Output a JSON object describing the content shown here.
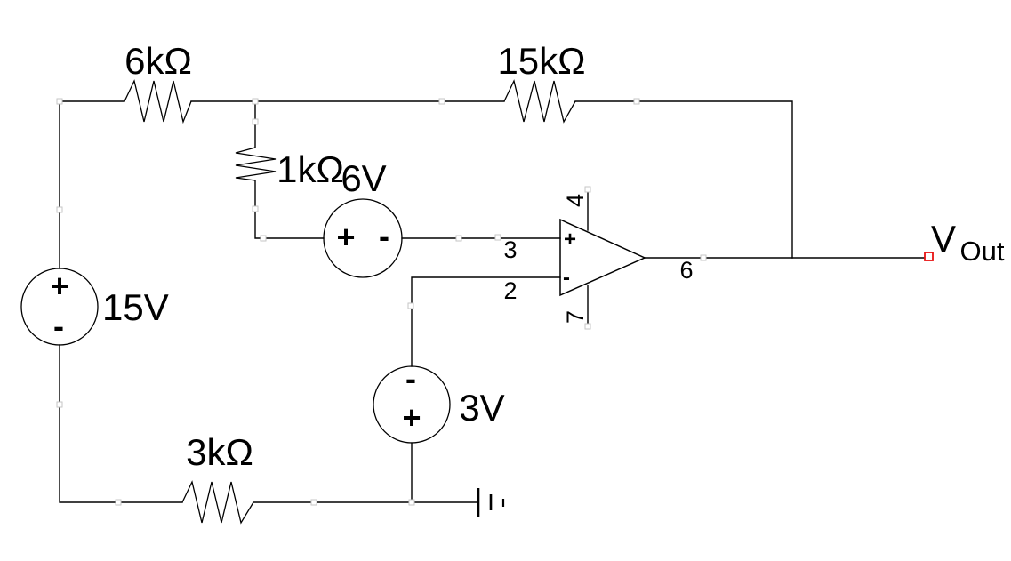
{
  "diagram": {
    "resistors": {
      "r_top_left": {
        "label": "6kΩ"
      },
      "r_top_right": {
        "label": "15kΩ"
      },
      "r_middle": {
        "label": "1kΩ"
      },
      "r_bottom": {
        "label": "3kΩ"
      }
    },
    "sources": {
      "v_left": {
        "label": "15V",
        "plus": "+",
        "minus": "-"
      },
      "v_middle": {
        "label": "6V",
        "plus": "+",
        "minus": "-"
      },
      "v_bottom": {
        "label": "3V",
        "plus": "+",
        "minus": "-"
      }
    },
    "opamp": {
      "noninverting_mark": "+",
      "inverting_mark": "-",
      "pin_noninverting": "3",
      "pin_inverting": "2",
      "pin_positive_supply": "4",
      "pin_negative_supply": "7",
      "pin_output": "6"
    },
    "output": {
      "label": "V",
      "subscript": "Out"
    },
    "colors": {
      "wire": "#000000",
      "node_marker": "#c6c6c6",
      "open_terminal": "#e81313",
      "background": "#ffffff"
    }
  }
}
